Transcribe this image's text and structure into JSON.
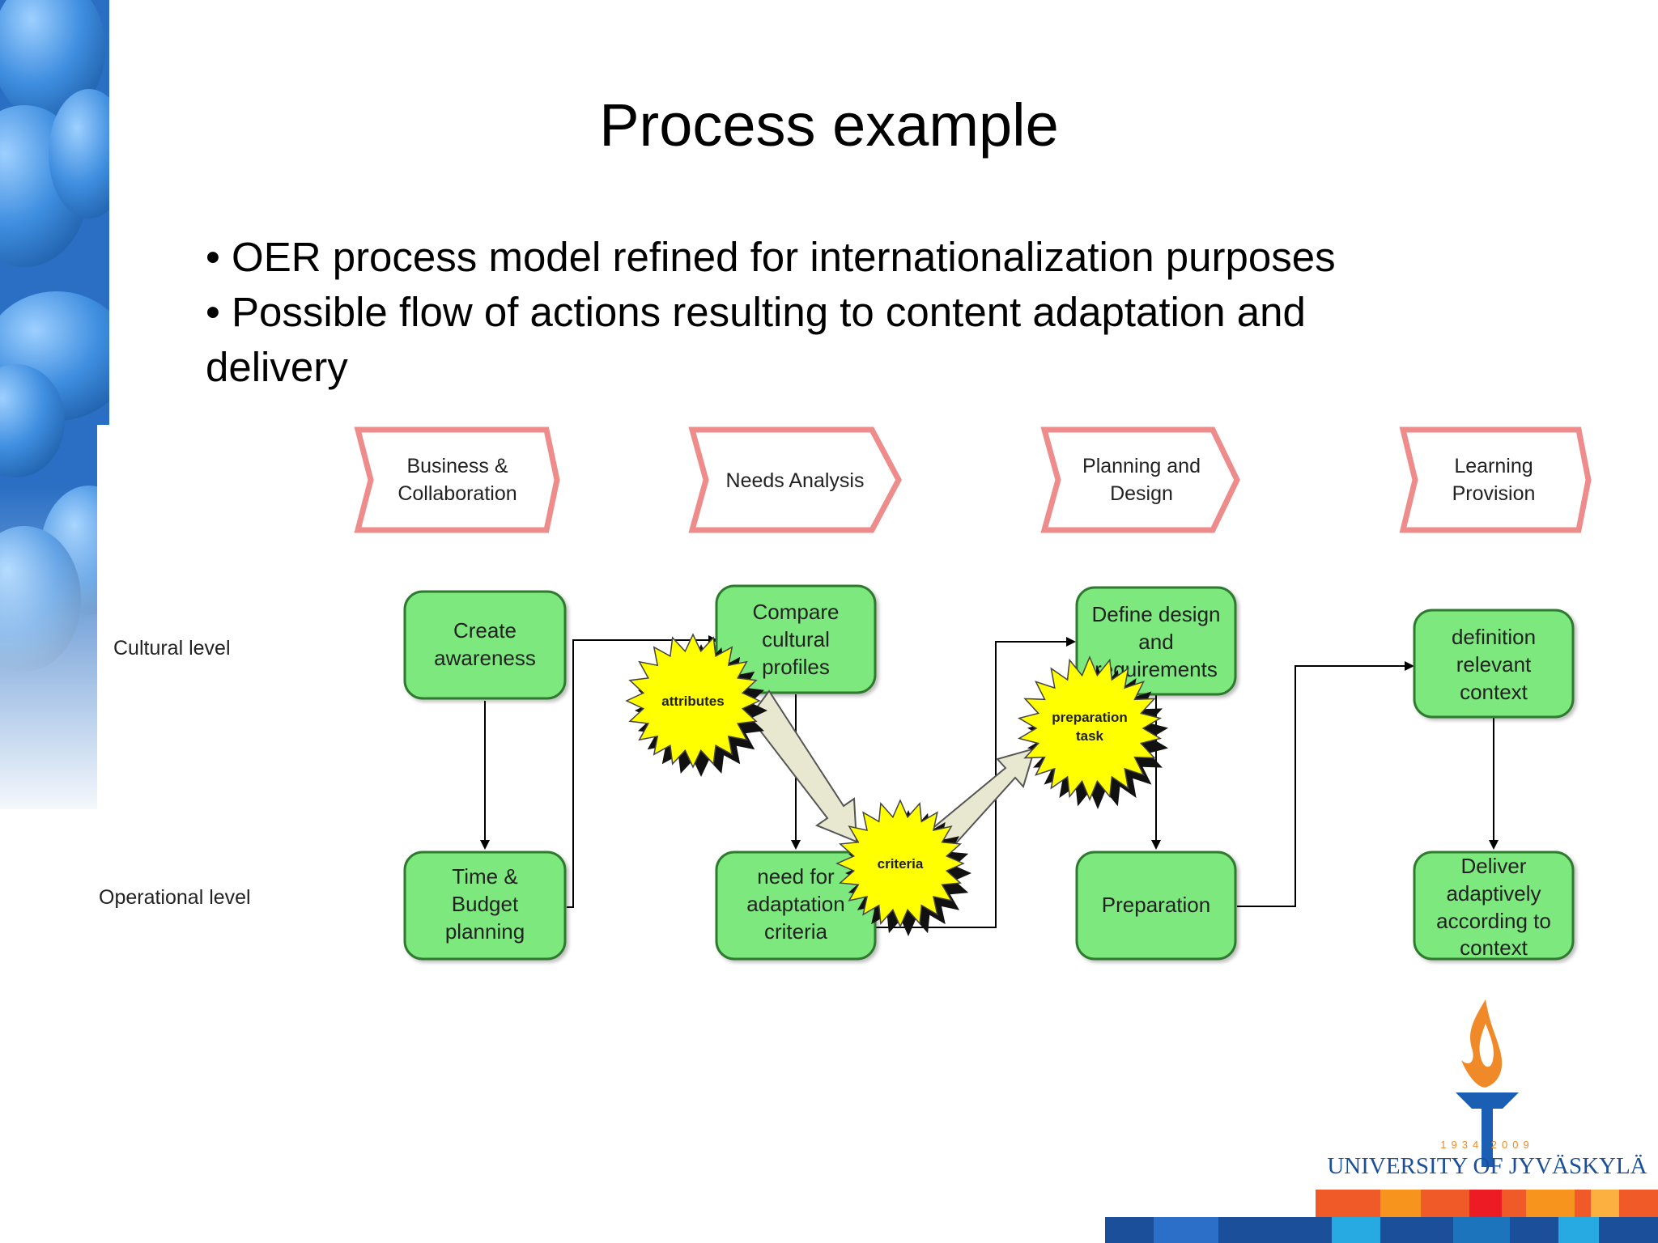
{
  "title": "Process example",
  "bullets": [
    "• OER process model refined for internationalization purposes",
    "• Possible flow of actions resulting to content adaptation and",
    "delivery"
  ],
  "diagram": {
    "phases": [
      {
        "line1": "Business &",
        "line2": "Collaboration"
      },
      {
        "line1": "Needs Analysis",
        "line2": ""
      },
      {
        "line1": "Planning and",
        "line2": "Design"
      },
      {
        "line1": "Learning",
        "line2": "Provision"
      }
    ],
    "levels": {
      "cultural": "Cultural level",
      "operational": "Operational level"
    },
    "boxes": {
      "create": [
        "Create",
        "awareness"
      ],
      "time": [
        "Time &",
        "Budget",
        "planning"
      ],
      "compare": [
        "Compare",
        "cultural",
        "profiles"
      ],
      "need": [
        "need for",
        "adaptation",
        "criteria"
      ],
      "define": [
        "Define design",
        "and",
        "requirements"
      ],
      "prep": [
        "Preparation"
      ],
      "defctx": [
        "definition",
        "relevant",
        "context"
      ],
      "deliver": [
        "Deliver",
        "adaptively",
        "according to",
        "context"
      ]
    },
    "stars": {
      "attributes": [
        "attributes"
      ],
      "criteria": [
        "criteria"
      ],
      "preparation": [
        "preparation",
        "task"
      ]
    },
    "colors": {
      "box_fill": "#7de87d",
      "star_fill": "#ffff00",
      "chevron_stroke": "#ee8c8c"
    }
  },
  "logo": {
    "years": "1934 2009",
    "name": "UNIVERSITY OF JYVÄSKYLÄ"
  }
}
